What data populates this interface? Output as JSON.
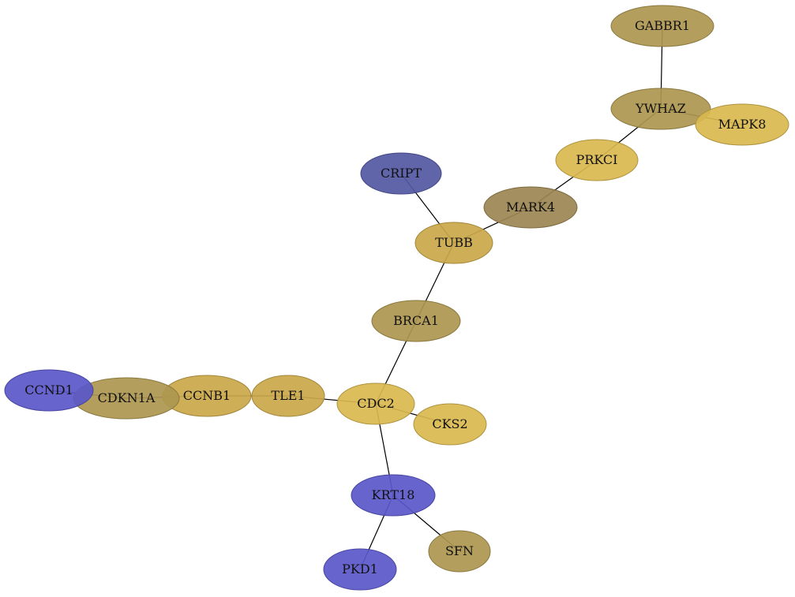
{
  "graph": {
    "colors": {
      "gold": "#caa84a",
      "olive": "#ad964f",
      "brown": "#9b8551",
      "yellow": "#d9b84f",
      "navy": "#5358a3",
      "blue": "#5a58c9",
      "edge": "#000000"
    },
    "nodes": [
      {
        "id": "GABBR1",
        "label": "GABBR1",
        "color": "olive"
      },
      {
        "id": "YWHAZ",
        "label": "YWHAZ",
        "color": "olive"
      },
      {
        "id": "MAPK8",
        "label": "MAPK8",
        "color": "yellow"
      },
      {
        "id": "PRKCI",
        "label": "PRKCI",
        "color": "yellow"
      },
      {
        "id": "MARK4",
        "label": "MARK4",
        "color": "brown"
      },
      {
        "id": "CRIPT",
        "label": "CRIPT",
        "color": "navy"
      },
      {
        "id": "TUBB",
        "label": "TUBB",
        "color": "gold"
      },
      {
        "id": "BRCA1",
        "label": "BRCA1",
        "color": "olive"
      },
      {
        "id": "CDC2",
        "label": "CDC2",
        "color": "yellow"
      },
      {
        "id": "CKS2",
        "label": "CKS2",
        "color": "yellow"
      },
      {
        "id": "TLE1",
        "label": "TLE1",
        "color": "gold"
      },
      {
        "id": "CCNB1",
        "label": "CCNB1",
        "color": "gold"
      },
      {
        "id": "CDKN1A",
        "label": "CDKN1A",
        "color": "olive"
      },
      {
        "id": "CCND1",
        "label": "CCND1",
        "color": "blue"
      },
      {
        "id": "KRT18",
        "label": "KRT18",
        "color": "blue"
      },
      {
        "id": "PKD1",
        "label": "PKD1",
        "color": "blue"
      },
      {
        "id": "SFN",
        "label": "SFN",
        "color": "olive"
      }
    ],
    "edges": [
      [
        "GABBR1",
        "YWHAZ"
      ],
      [
        "YWHAZ",
        "MAPK8"
      ],
      [
        "YWHAZ",
        "PRKCI"
      ],
      [
        "PRKCI",
        "MARK4"
      ],
      [
        "MARK4",
        "TUBB"
      ],
      [
        "CRIPT",
        "TUBB"
      ],
      [
        "TUBB",
        "BRCA1"
      ],
      [
        "BRCA1",
        "CDC2"
      ],
      [
        "CDC2",
        "CKS2"
      ],
      [
        "CDC2",
        "TLE1"
      ],
      [
        "TLE1",
        "CCNB1"
      ],
      [
        "CCNB1",
        "CDKN1A"
      ],
      [
        "CDKN1A",
        "CCND1"
      ],
      [
        "CDC2",
        "KRT18"
      ],
      [
        "KRT18",
        "PKD1"
      ],
      [
        "KRT18",
        "SFN"
      ]
    ]
  }
}
